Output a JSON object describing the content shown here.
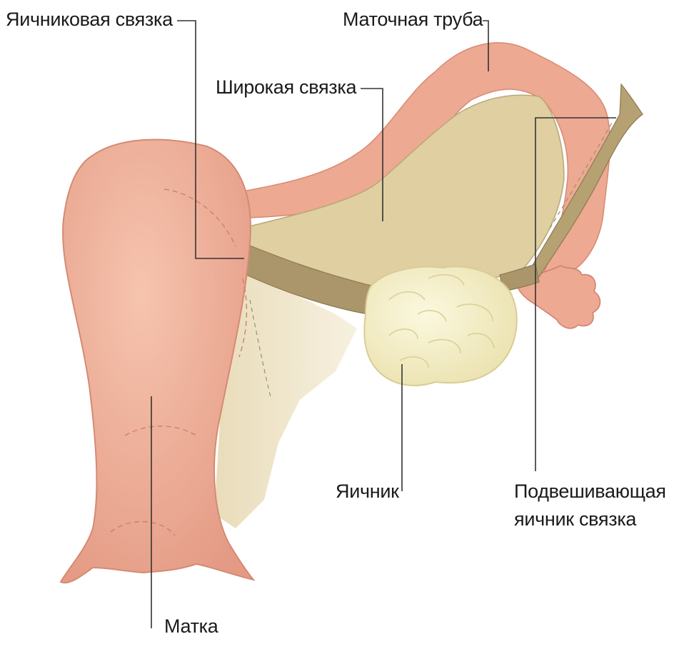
{
  "labels": {
    "ovarian_ligament": "Яичниковая связка",
    "fallopian_tube": "Маточная труба",
    "broad_ligament": "Широкая связка",
    "ovary": "Яичник",
    "suspensory_ligament_line1": "Подвешивающая",
    "suspensory_ligament_line2": "яичник связка",
    "uterus": "Матка"
  },
  "colors": {
    "uterus": "#eba58f",
    "broad_ligament": "#dfcfa1",
    "ovary": "#f4f0c8",
    "ligament": "#a9946a",
    "leader_line": "#333333"
  }
}
